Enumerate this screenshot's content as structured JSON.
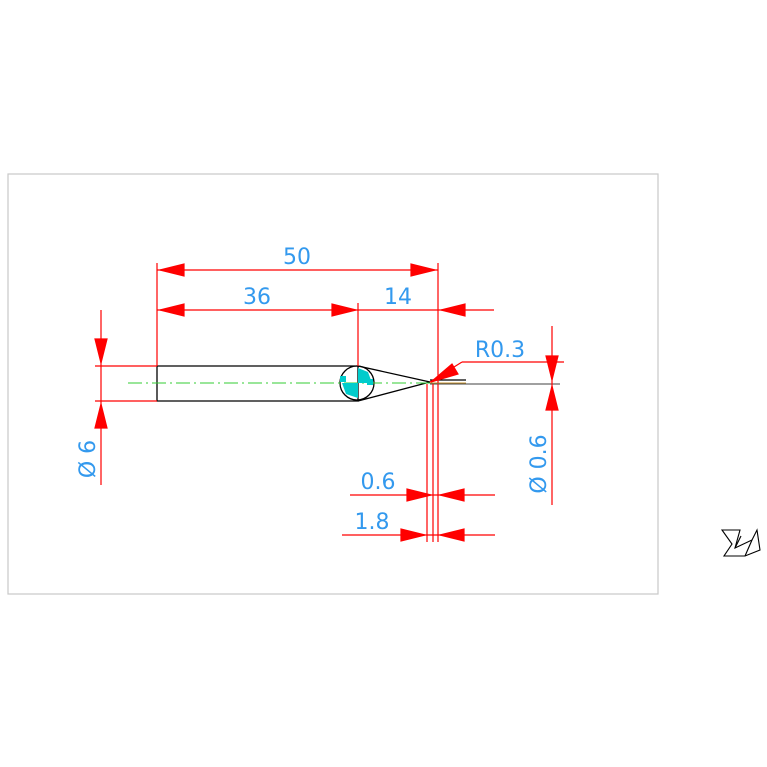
{
  "colors": {
    "background": "#ffffff",
    "frame": "#c8c8c8",
    "dimension": "#ff0000",
    "dimension_text": "#3399ee",
    "outline": "#000000",
    "centerline": "#33cc33",
    "grip": "#00cccc",
    "ucs_icon": "#000000"
  },
  "dimensions": {
    "overall_length": "50",
    "body_length": "36",
    "tip_length": "14",
    "tip_radius": "R0.3",
    "shank_diameter": "Ø 6",
    "tip_diameter": "Ø 0.6",
    "tip_flat": "0.6",
    "tip_offset": "1.8"
  },
  "icons": {
    "ucs": "ucs-icon"
  }
}
